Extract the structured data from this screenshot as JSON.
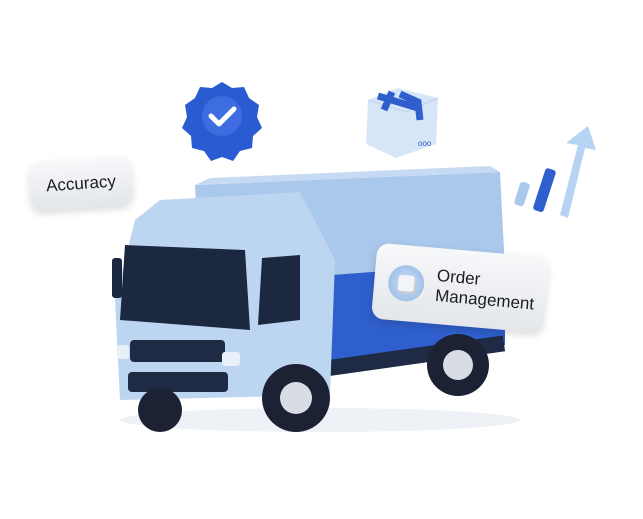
{
  "badges": {
    "accuracy": "Accuracy",
    "order_line1": "Order",
    "order_line2": "Management"
  },
  "icons": [
    "verified-badge-icon",
    "package-box-icon",
    "growth-chart-arrow-icon",
    "delivery-truck-illustration"
  ],
  "colors": {
    "light_blue": "#a9c8ec",
    "dark_blue": "#2f5fcc",
    "navy": "#1f2a44"
  }
}
